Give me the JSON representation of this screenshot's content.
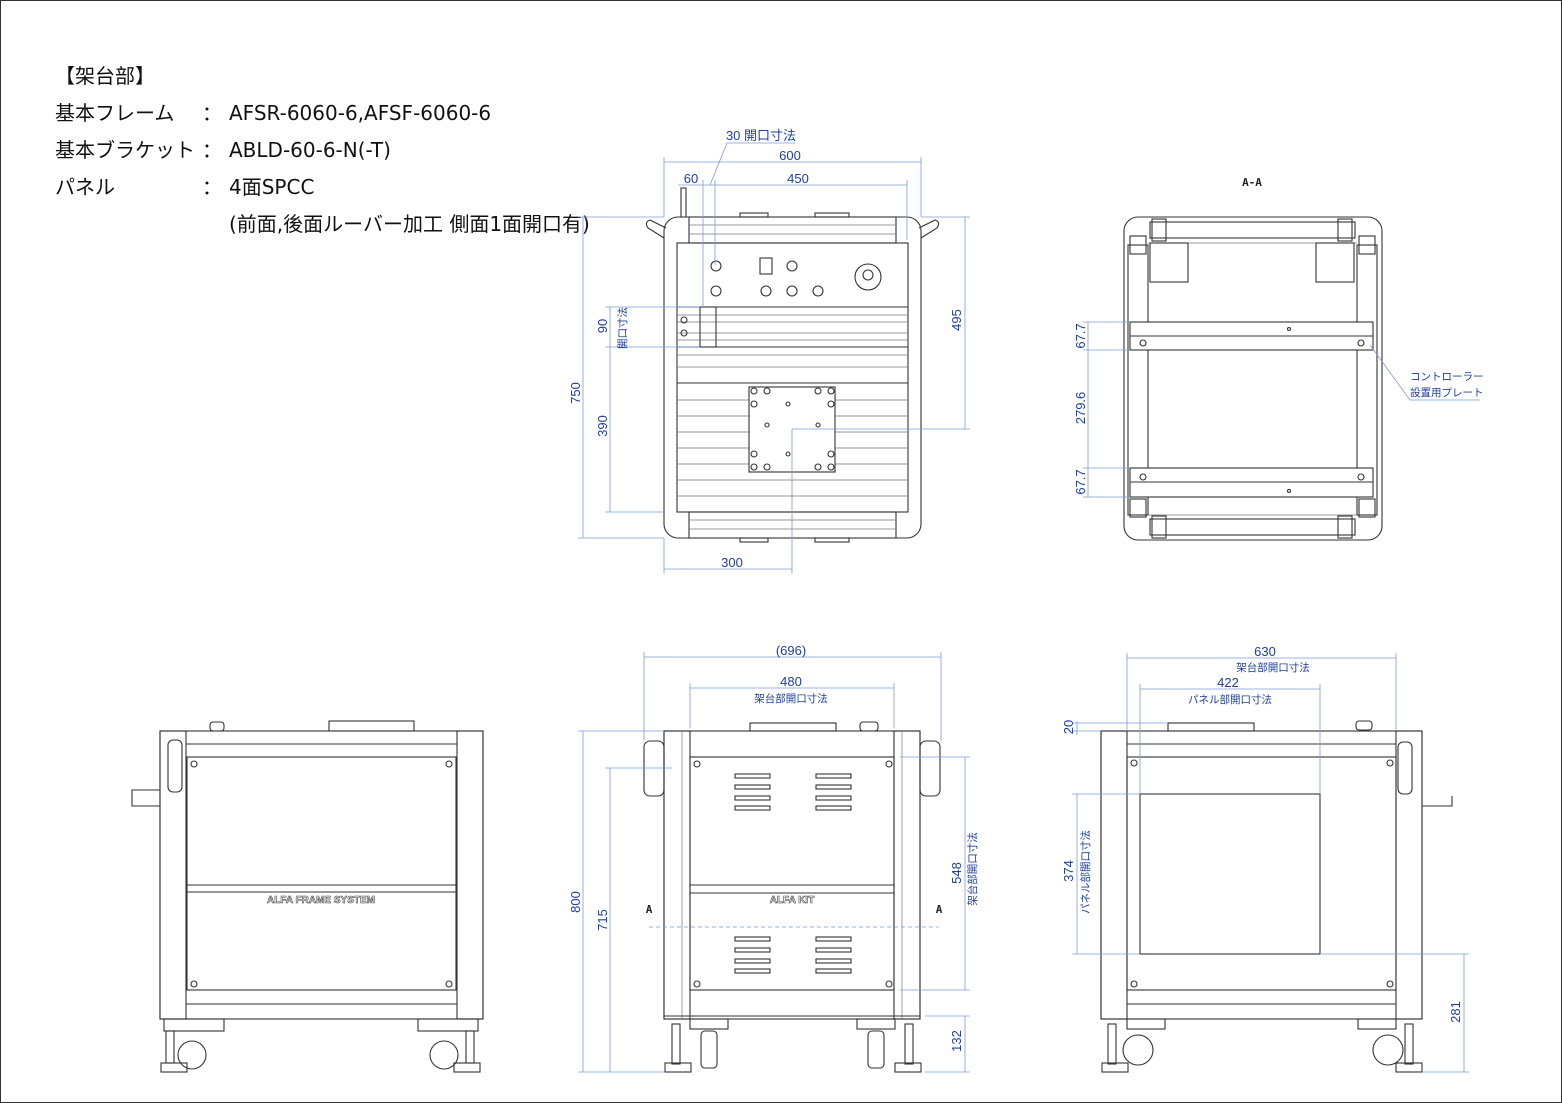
{
  "spec": {
    "heading": "【架台部】",
    "rows": [
      {
        "key": "基本フレーム",
        "sep": "：",
        "value": "AFSR-6060-6,AFSF-6060-6"
      },
      {
        "key": "基本ブラケット",
        "sep": "：",
        "value": "ABLD-60-6-N(-T)"
      },
      {
        "key": "パネル",
        "sep": "：",
        "value": "4面SPCC"
      },
      {
        "key": "",
        "sep": "",
        "value": "(前面,後面ルーバー加工 側面1面開口有)"
      }
    ]
  },
  "top_view": {
    "dim_opening_note": "30 開口寸法",
    "dim_width": "600",
    "dim_60": "60",
    "dim_450": "450",
    "dim_495": "495",
    "dim_750": "750",
    "dim_90": "90",
    "dim_90_note": "開口寸法",
    "dim_390": "390",
    "dim_300": "300"
  },
  "section_view": {
    "title": "A-A",
    "dim_top": "67.7",
    "dim_mid": "279.6",
    "dim_bottom": "67.7",
    "callout_line1": "コントローラー",
    "callout_line2": "設置用プレート"
  },
  "rear_view": {
    "logo": "ALFA FRAME SYSTEM"
  },
  "front_view": {
    "dim_overall": "(696)",
    "dim_480": "480",
    "dim_480_note": "架台部開口寸法",
    "dim_800": "800",
    "dim_715": "715",
    "dim_548": "548",
    "dim_548_note": "架台部開口寸法",
    "dim_132": "132",
    "section_mark": "A",
    "logo": "ALFA KIT"
  },
  "side_view": {
    "dim_630": "630",
    "dim_630_note": "架台部開口寸法",
    "dim_422": "422",
    "dim_422_note": "パネル部開口寸法",
    "dim_20": "20",
    "dim_374": "374",
    "dim_374_note": "パネル部開口寸法",
    "dim_281": "281"
  },
  "colors": {
    "dimension": "#1e3fa0",
    "dimension_line": "#7d9bd6",
    "outline": "#333333"
  }
}
